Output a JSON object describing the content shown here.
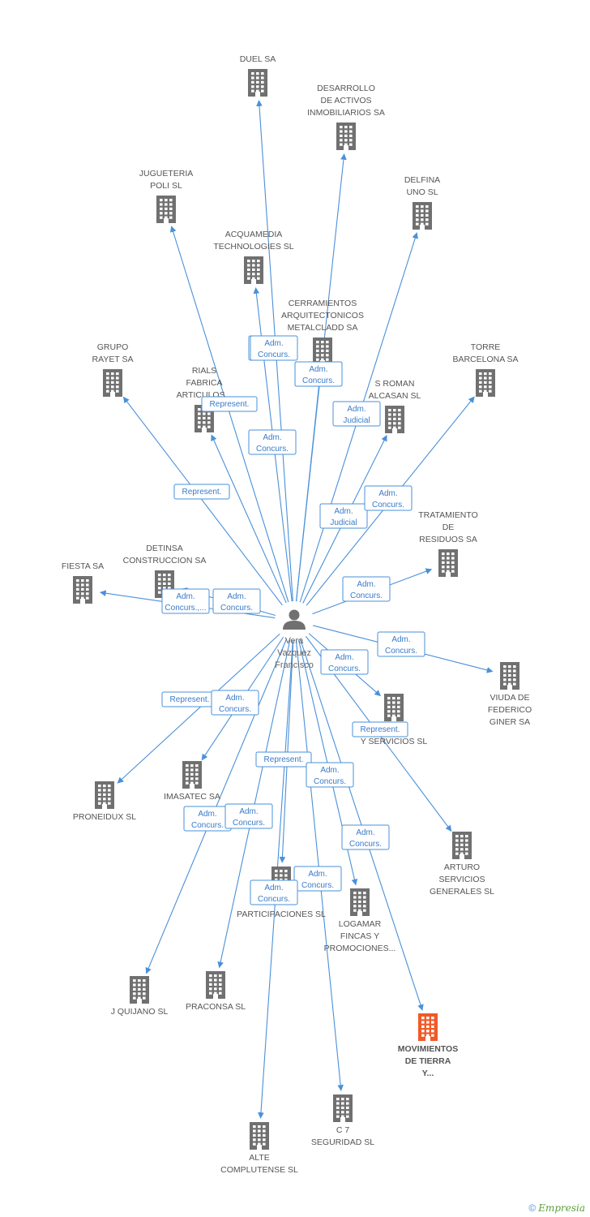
{
  "center": {
    "label": [
      "Vera",
      "Vazquez",
      "Francisco"
    ]
  },
  "colors": {
    "edge": "#4a90d9",
    "building": "#707070",
    "highlight": "#f05a28",
    "person": "#707070"
  },
  "icons": {
    "node": "building-icon",
    "center": "person-icon"
  },
  "nodes": [
    {
      "id": "duel",
      "label": [
        "DUEL SA"
      ]
    },
    {
      "id": "desarrollo",
      "label": [
        "DESARROLLO",
        "DE ACTIVOS",
        "INMOBILIARIOS SA"
      ]
    },
    {
      "id": "jugueteria",
      "label": [
        "JUGUETERIA",
        "POLI SL"
      ]
    },
    {
      "id": "delfina",
      "label": [
        "DELFINA",
        "UNO SL"
      ]
    },
    {
      "id": "acquamedia",
      "label": [
        "ACQUAMEDIA",
        "TECHNOLOGIES SL"
      ]
    },
    {
      "id": "cerramientos",
      "label": [
        "CERRAMIENTOS",
        "ARQUITECTONICOS",
        "METALCLADD SA"
      ]
    },
    {
      "id": "grupo",
      "label": [
        "GRUPO",
        "RAYET SA"
      ]
    },
    {
      "id": "rials",
      "label": [
        "RIALS",
        "FABRICA",
        "ARTICULOS..."
      ]
    },
    {
      "id": "sroman",
      "label": [
        "S ROMAN",
        "ALCASAN SL"
      ]
    },
    {
      "id": "torre",
      "label": [
        "TORRE",
        "BARCELONA SA"
      ]
    },
    {
      "id": "tratamiento",
      "label": [
        "TRATAMIENTO",
        "DE",
        "RESIDUOS SA"
      ]
    },
    {
      "id": "detinsa",
      "label": [
        "DETINSA",
        "CONSTRUCCION SA"
      ]
    },
    {
      "id": "fiesta",
      "label": [
        "FIESTA SA"
      ]
    },
    {
      "id": "viuda",
      "label": [
        "VIUDA DE",
        "FEDERICO",
        "GINER SA"
      ]
    },
    {
      "id": "yservicios",
      "label": [
        "...OL",
        "Y SERVICIOS SL"
      ]
    },
    {
      "id": "proneidux",
      "label": [
        "PRONEIDUX  SL"
      ]
    },
    {
      "id": "imasatec",
      "label": [
        "IMASATEC SA"
      ]
    },
    {
      "id": "arturo",
      "label": [
        "ARTURO",
        "SERVICIOS",
        "GENERALES SL"
      ]
    },
    {
      "id": "participaciones",
      "label": [
        "...",
        "PARTICIPACIONES SL"
      ]
    },
    {
      "id": "logamar",
      "label": [
        "LOGAMAR",
        "FINCAS Y",
        "PROMOCIONES..."
      ]
    },
    {
      "id": "jquijano",
      "label": [
        "J QUIJANO SL"
      ]
    },
    {
      "id": "praconsa",
      "label": [
        "PRACONSA SL"
      ]
    },
    {
      "id": "movimientos",
      "label": [
        "MOVIMIENTOS",
        "DE TIERRA",
        "Y..."
      ],
      "highlight": true
    },
    {
      "id": "c7",
      "label": [
        "C 7",
        "SEGURIDAD SL"
      ]
    },
    {
      "id": "alte",
      "label": [
        "ALTE",
        "COMPLUTENSE SL"
      ]
    }
  ],
  "relations": [
    {
      "target": "duel",
      "label": [
        "Adm.",
        "Concurs."
      ]
    },
    {
      "target": "desarrollo",
      "label": [
        "Adm.",
        "Concurs."
      ]
    },
    {
      "target": "jugueteria",
      "label": [
        "Adm.",
        "Concurs."
      ]
    },
    {
      "target": "delfina",
      "label": [
        "Adm.",
        "Judicial"
      ]
    },
    {
      "target": "acquamedia",
      "label": [
        "Adm.",
        "Concurs."
      ]
    },
    {
      "target": "cerramientos",
      "label": [
        "Adm.",
        "Concurs."
      ]
    },
    {
      "target": "grupo",
      "label": [
        "Represent."
      ]
    },
    {
      "target": "rials",
      "label": [
        "Represent."
      ]
    },
    {
      "target": "sroman",
      "label": [
        "Adm.",
        "Judicial"
      ]
    },
    {
      "target": "torre",
      "label": [
        "Adm.",
        "Concurs."
      ]
    },
    {
      "target": "tratamiento",
      "label": [
        "Adm.",
        "Concurs."
      ]
    },
    {
      "target": "detinsa",
      "label": [
        "Adm.",
        "Concurs."
      ]
    },
    {
      "target": "fiesta",
      "label": [
        "Adm.",
        "Concurs.,..."
      ]
    },
    {
      "target": "viuda",
      "label": [
        "Adm.",
        "Concurs."
      ]
    },
    {
      "target": "yservicios",
      "label": [
        "Adm.",
        "Concurs."
      ]
    },
    {
      "target": "proneidux",
      "label": [
        "Represent."
      ]
    },
    {
      "target": "imasatec",
      "label": [
        "Adm.",
        "Concurs."
      ]
    },
    {
      "target": "arturo",
      "label": [
        "Represent."
      ]
    },
    {
      "target": "participaciones",
      "label": [
        "Represent."
      ]
    },
    {
      "target": "logamar",
      "label": [
        "Adm.",
        "Concurs."
      ]
    },
    {
      "target": "jquijano",
      "label": [
        "Adm.",
        "Concurs."
      ]
    },
    {
      "target": "praconsa",
      "label": [
        "Adm.",
        "Concurs."
      ]
    },
    {
      "target": "movimientos",
      "label": [
        "Adm.",
        "Concurs."
      ]
    },
    {
      "target": "c7",
      "label": [
        "Adm.",
        "Concurs."
      ]
    },
    {
      "target": "alte",
      "label": [
        "Adm.",
        "Concurs."
      ]
    }
  ],
  "footer": {
    "copyright": "©",
    "brand": "Empresia"
  }
}
